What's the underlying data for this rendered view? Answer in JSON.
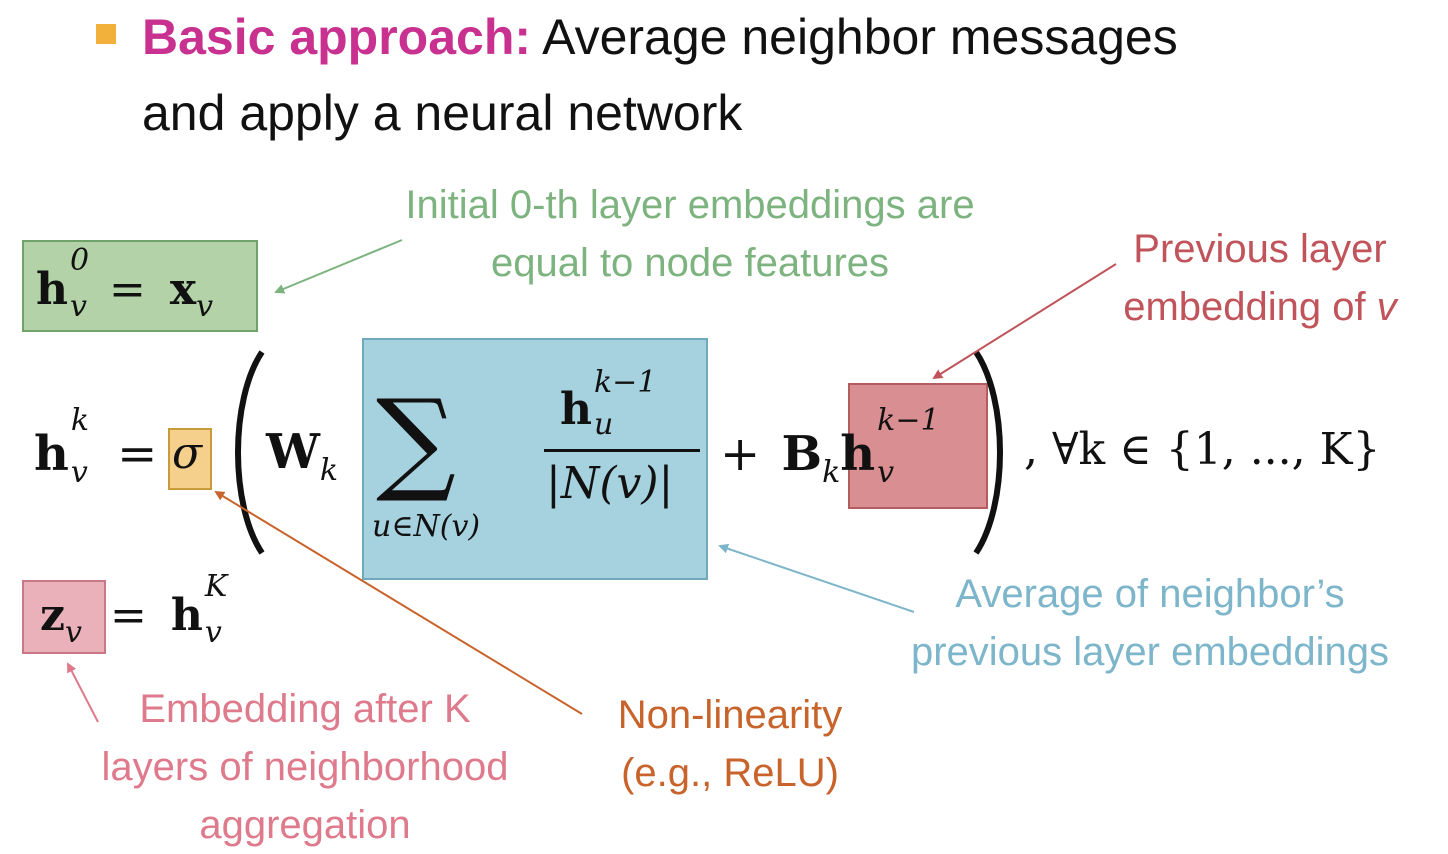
{
  "heading": {
    "label": "Basic approach:",
    "line1_rest": " Average neighbor messages",
    "line2": "and apply a neural network"
  },
  "annotations": {
    "initial_line1": "Initial 0-th layer embeddings are",
    "initial_line2": "equal to node features",
    "previous_line1": "Previous layer",
    "previous_line2_prefix": "embedding of ",
    "previous_line2_var": "v",
    "average_line1": "Average of neighbor’s",
    "average_line2": "previous layer embeddings",
    "nonlinearity_line1": "Non-linearity",
    "nonlinearity_line2": "(e.g., ReLU)",
    "embedding_line1": "Embedding after K",
    "embedding_line2": "layers of neighborhood",
    "embedding_line3": "aggregation"
  },
  "equations": {
    "h": "h",
    "v": "v",
    "u": "u",
    "x": "x",
    "z": "z",
    "W": "W",
    "B": "B",
    "k": "k",
    "zero": "0",
    "K": "K",
    "k_minus_1": "k−1",
    "equals": "=",
    "plus": "+",
    "sigma": "σ",
    "sum": "∑",
    "sum_index": "u∈N(v)",
    "denominator": "|N(v)|",
    "quantifier": ",  ∀k ∈ {1, ..., K}"
  },
  "colors": {
    "heading_label": "#c8318f",
    "bullet": "#f2b13b",
    "green_note": "#7cb37e",
    "red_note": "#c0545a",
    "blue_note": "#7db5ca",
    "orange_note": "#c8642b",
    "pink_note": "#de7a8b"
  }
}
